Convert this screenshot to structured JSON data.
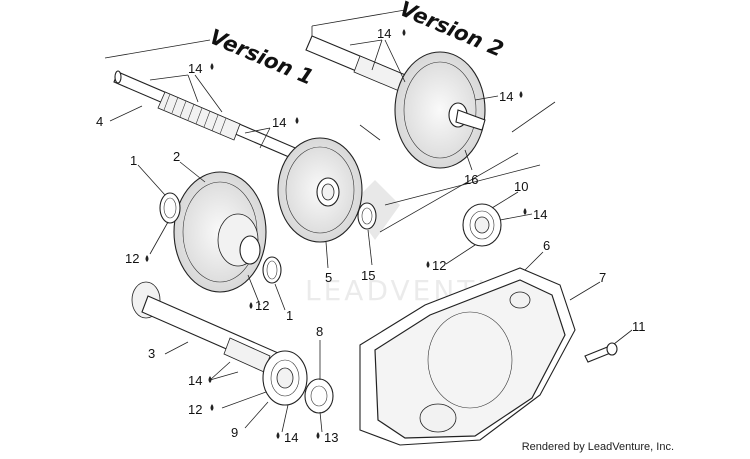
{
  "version_labels": {
    "version1": "Version 1",
    "version2": "Version 2"
  },
  "watermark": "LEADVENTURE",
  "credit": "Rendered by LeadVenture, Inc.",
  "callouts": {
    "c1a": "1",
    "c1b": "1",
    "c2": "2",
    "c3": "3",
    "c4": "4",
    "c5": "5",
    "c6": "6",
    "c7": "7",
    "c8": "8",
    "c9": "9",
    "c10": "10",
    "c11": "11",
    "c12a": "12",
    "c12b": "12",
    "c12c": "12",
    "c12d": "12",
    "c13": "13",
    "c14a": "14",
    "c14b": "14",
    "c14c": "14",
    "c14d": "14",
    "c14e": "14",
    "c14f": "14",
    "c14g": "14",
    "c15": "15",
    "c16": "16"
  }
}
